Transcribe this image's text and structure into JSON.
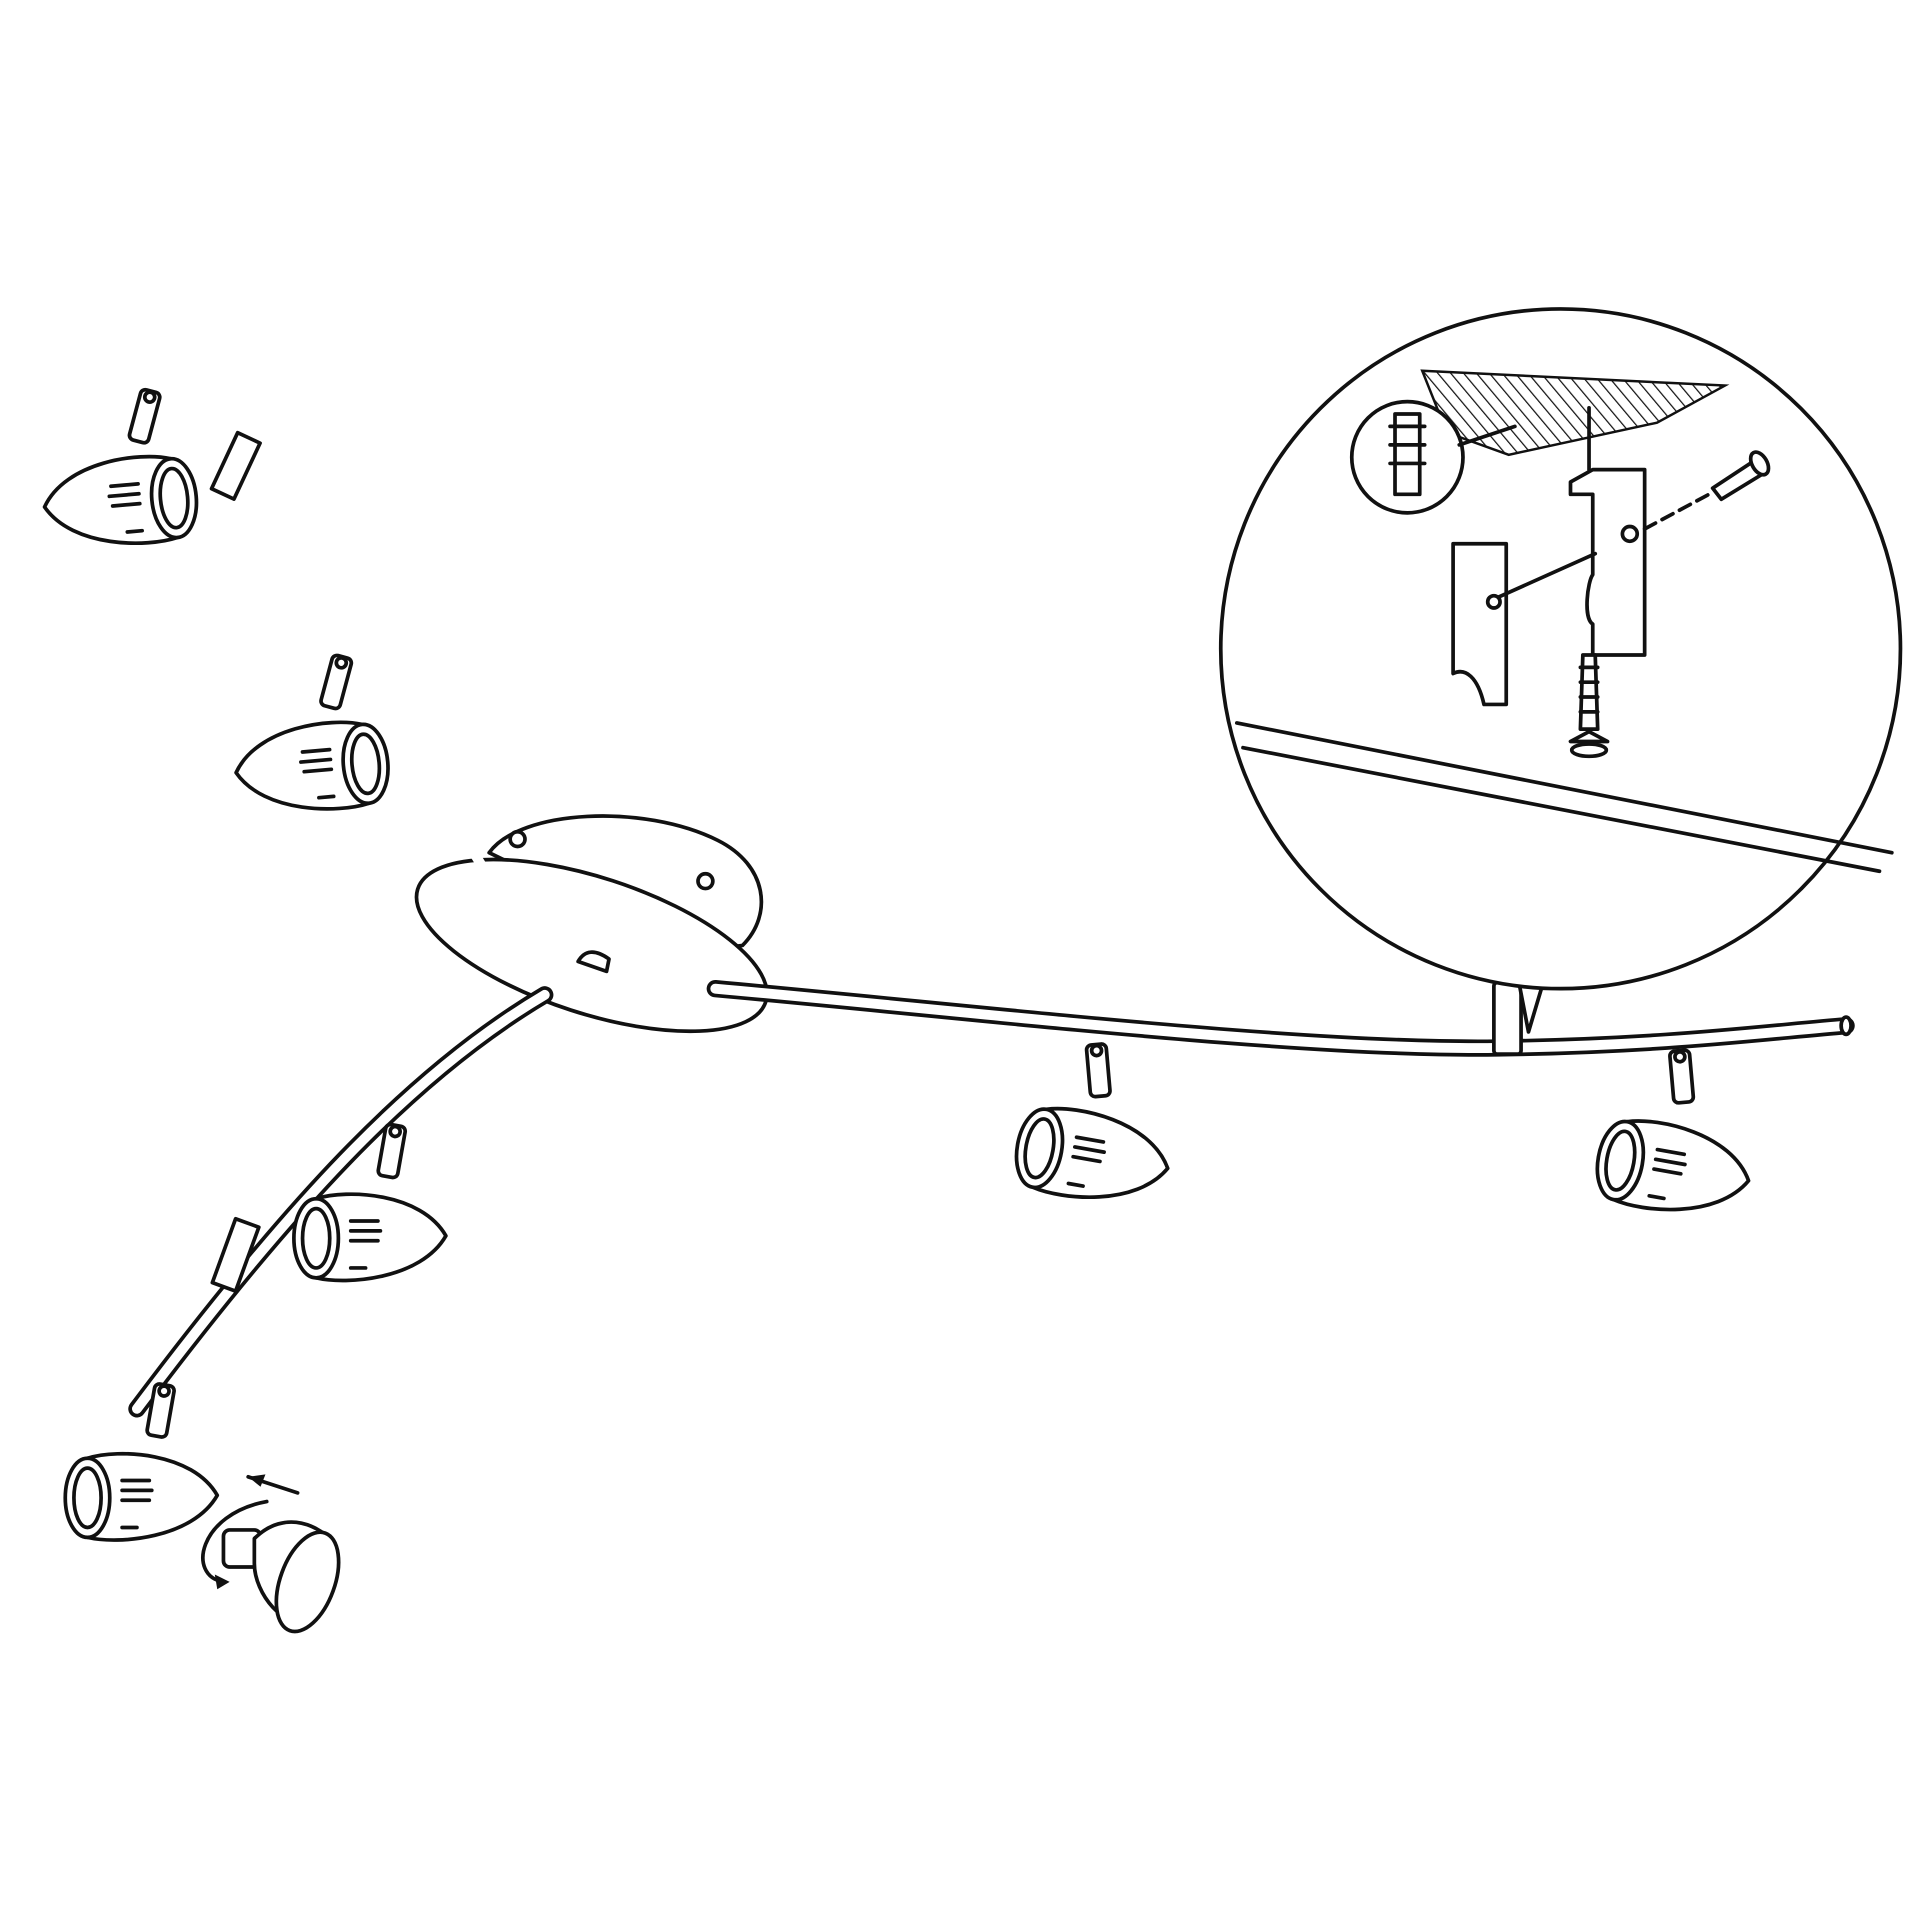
{
  "diagram": {
    "type": "assembly-illustration",
    "line_color": "#111111",
    "background_color": "#ffffff",
    "spotlight_count": 7,
    "arm_count": 3,
    "icons": [
      "ceiling-plate-icon",
      "spotlight-icon",
      "wall-plug-icon",
      "screw-icon",
      "mounting-bracket-icon",
      "rotate-arrow-icon"
    ]
  }
}
